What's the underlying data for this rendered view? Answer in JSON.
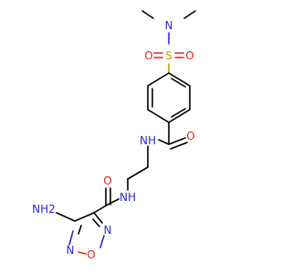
{
  "colors": {
    "carbon": "#000000",
    "nitrogen": "#2b2bd6",
    "oxygen": "#e8231a",
    "sulfur": "#c9a400",
    "background": "#ffffff"
  },
  "atoms": {
    "n_dimethyl": "N",
    "s_sulfonyl": "S",
    "o_sulfonyl_left": "O",
    "o_sulfonyl_right": "O",
    "o_benzamide": "O",
    "nh_benzamide": "NH",
    "nh_carboxamide": "NH",
    "o_carboxamide": "O",
    "nh2_amino": "NH2",
    "n_ring_right": "N",
    "o_ring": "O",
    "n_ring_bottom": "N"
  }
}
